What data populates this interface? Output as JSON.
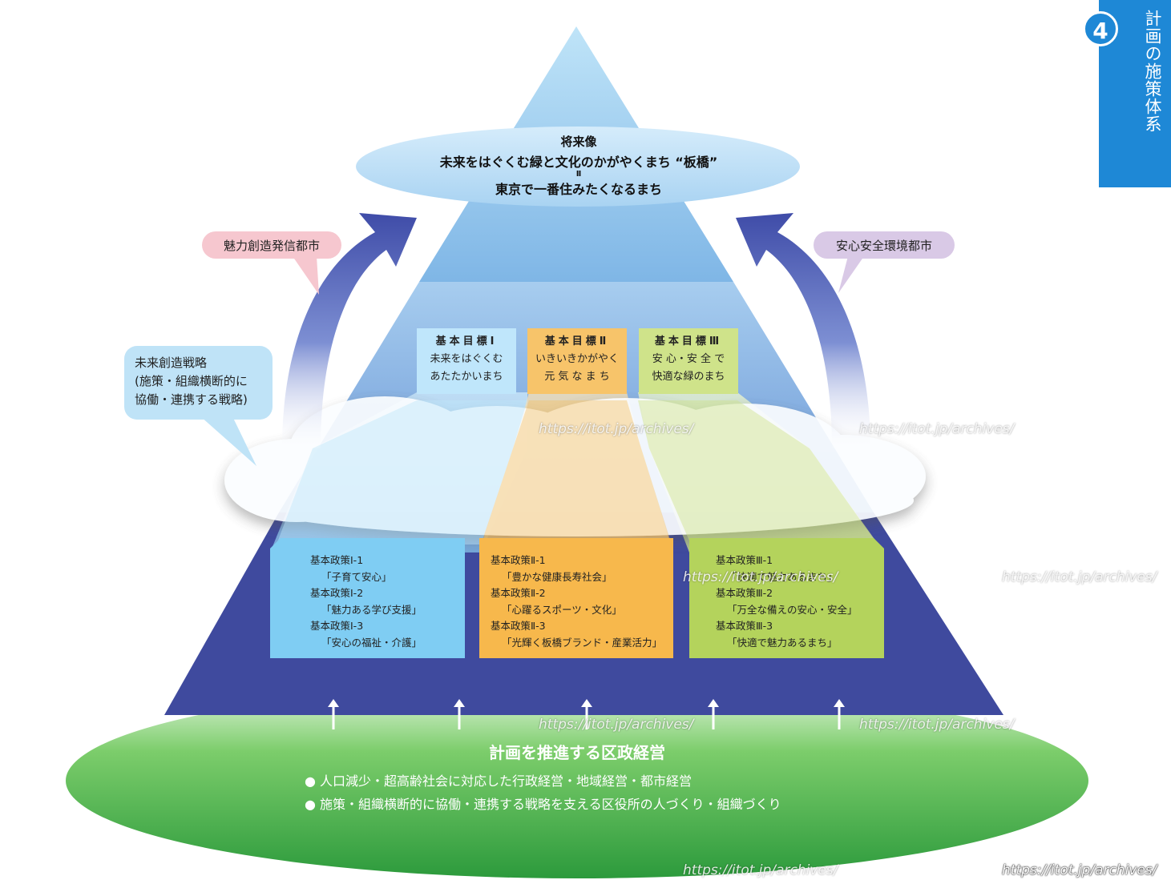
{
  "side_tab": {
    "number": "4",
    "title": "計画の施策体系"
  },
  "vision": {
    "label": "将来像",
    "slogan": "未来をはぐくむ緑と文化のかがやくまち “板橋”",
    "equals": "Ⅱ",
    "goal": "東京で一番住みたくなるまち"
  },
  "bubbles": {
    "left_city": "魅力創造発信都市",
    "right_city": "安心安全環境都市",
    "strategy": [
      "未来創造戦略",
      "(施策・組織横断的に",
      "協働・連携する戦略)"
    ]
  },
  "basic_goals": [
    {
      "title": "基本目標Ⅰ",
      "lines": [
        "未来をはぐくむ",
        "あたたかいまち"
      ],
      "color": "#bfe6fb"
    },
    {
      "title": "基本目標Ⅱ",
      "lines": [
        "いきいきかがやく",
        "元 気 な ま ち"
      ],
      "color": "#f7c46a"
    },
    {
      "title": "基本目標Ⅲ",
      "lines": [
        "安 心・安 全 で",
        "快適な緑のまち"
      ],
      "color": "#cfe38a"
    }
  ],
  "basic_policies": [
    {
      "color": "#7fcdf3",
      "items": [
        {
          "code": "基本政策Ⅰ-1",
          "name": "「子育て安心」"
        },
        {
          "code": "基本政策Ⅰ-2",
          "name": "「魅力ある学び支援」"
        },
        {
          "code": "基本政策Ⅰ-3",
          "name": "「安心の福祉・介護」"
        }
      ]
    },
    {
      "color": "#f7b84c",
      "items": [
        {
          "code": "基本政策Ⅱ-1",
          "name": "「豊かな健康長寿社会」"
        },
        {
          "code": "基本政策Ⅱ-2",
          "name": "「心躍るスポーツ・文化」"
        },
        {
          "code": "基本政策Ⅱ-3",
          "name": "「光輝く板橋ブランド・産業活力」"
        }
      ]
    },
    {
      "color": "#b4d35c",
      "items": [
        {
          "code": "基本政策Ⅲ-1",
          "name": "「快適で魅力あるまち」"
        },
        {
          "code": "基本政策Ⅲ-2",
          "name": "「万全な備えの安心・安全」"
        },
        {
          "code": "基本政策Ⅲ-3",
          "name": "「快適で魅力あるまち」"
        }
      ]
    }
  ],
  "base": {
    "title": "計画を推進する区政経営",
    "bullets": [
      "●  人口減少・超高齢社会に対応した行政経営・地域経営・都市経営",
      "●  施策・組織横断的に協働・連携する戦略を支える区役所の人づくり・組織づくり"
    ]
  },
  "watermark": "https://itot.jp/archives/",
  "colors": {
    "tab_blue": "#1e88d6",
    "pyramid_dark": "#3f4a9e",
    "ground_green": "#3aa84a",
    "arrow_blue": "#3f4ca8"
  }
}
